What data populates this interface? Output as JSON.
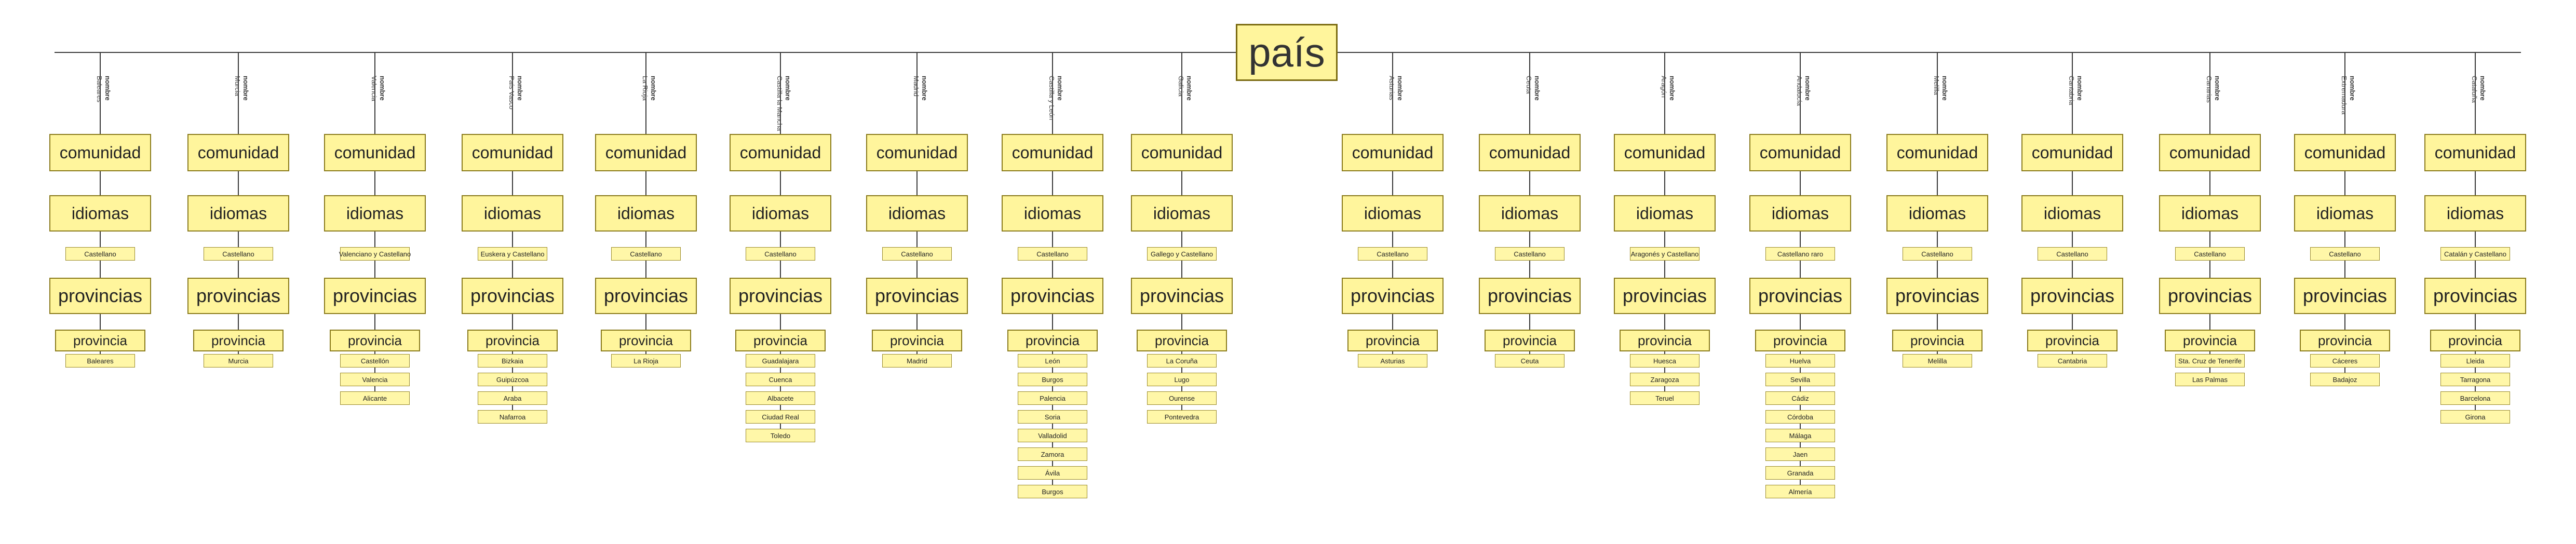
{
  "root": {
    "label": "país"
  },
  "labels": {
    "nombre": "nombre",
    "comunidad": "comunidad",
    "idiomas": "idiomas",
    "provincias": "provincias",
    "provincia": "provincia"
  },
  "communities": [
    {
      "name": "Baleares",
      "language": "Castellano",
      "provinces": [
        "Baleares"
      ]
    },
    {
      "name": "Murcia",
      "language": "Castellano",
      "provinces": [
        "Murcia"
      ]
    },
    {
      "name": "Valencia",
      "language": "Valenciano y Castellano",
      "provinces": [
        "Castellón",
        "Valencia",
        "Alicante"
      ]
    },
    {
      "name": "País Vasco",
      "language": "Euskera y Castellano",
      "provinces": [
        "Bizkaia",
        "Guipúzcoa",
        "Araba",
        "Nafarroa"
      ]
    },
    {
      "name": "La Rioja",
      "language": "Castellano",
      "provinces": [
        "La Rioja"
      ]
    },
    {
      "name": "Castilla la Mancha",
      "language": "Castellano",
      "provinces": [
        "Guadalajara",
        "Cuenca",
        "Albacete",
        "Ciudad Real",
        "Toledo"
      ]
    },
    {
      "name": "Madrid",
      "language": "Castellano",
      "provinces": [
        "Madrid"
      ]
    },
    {
      "name": "Castilla y León",
      "language": "Castellano",
      "provinces": [
        "León",
        "Burgos",
        "Palencia",
        "Soria",
        "Valladolid",
        "Zamora",
        "Ávila",
        "Burgos"
      ]
    },
    {
      "name": "Galicia",
      "language": "Gallego y Castellano",
      "provinces": [
        "La Coruña",
        "Lugo",
        "Ourense",
        "Pontevedra"
      ]
    },
    {
      "name": "Asturias",
      "language": "Castellano",
      "provinces": [
        "Asturias"
      ]
    },
    {
      "name": "Ceuta",
      "language": "Castellano",
      "provinces": [
        "Ceuta"
      ]
    },
    {
      "name": "Aragón",
      "language": "Aragonés y Castellano",
      "provinces": [
        "Huesca",
        "Zaragoza",
        "Teruel"
      ]
    },
    {
      "name": "Andalucía",
      "language": "Castellano raro",
      "provinces": [
        "Huelva",
        "Sevilla",
        "Cádiz",
        "Córdoba",
        "Málaga",
        "Jaen",
        "Granada",
        "Almería"
      ]
    },
    {
      "name": "Melilla",
      "language": "Castellano",
      "provinces": [
        "Melilla"
      ]
    },
    {
      "name": "Cantabria",
      "language": "Castellano",
      "provinces": [
        "Cantabria"
      ]
    },
    {
      "name": "Canarias",
      "language": "Castellano",
      "provinces": [
        "Sta. Cruz de Tenerife",
        "Las Palmas"
      ]
    },
    {
      "name": "Extremadura",
      "language": "Castellano",
      "provinces": [
        "Cáceres",
        "Badajoz"
      ]
    },
    {
      "name": "Cataluña",
      "language": "Catalán y Castellano",
      "provinces": [
        "Lleida",
        "Tarragona",
        "Barcelona",
        "Girona"
      ]
    }
  ]
}
